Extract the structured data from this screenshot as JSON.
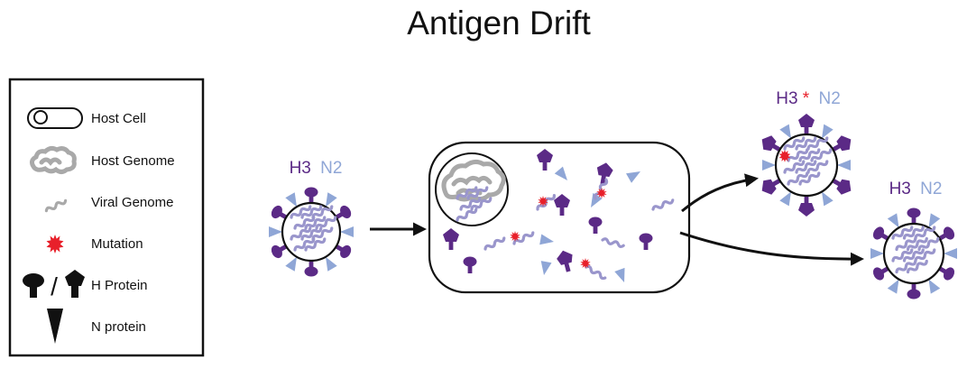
{
  "title": "Antigen Drift",
  "legend": {
    "items": [
      {
        "icon": "host-cell-icon",
        "label": "Host Cell"
      },
      {
        "icon": "host-genome-icon",
        "label": "Host Genome"
      },
      {
        "icon": "viral-genome-icon",
        "label": "Viral Genome"
      },
      {
        "icon": "mutation-icon",
        "label": "Mutation"
      },
      {
        "icon": "h-protein-icon",
        "label": "H Protein",
        "separator": "/"
      },
      {
        "icon": "n-protein-icon",
        "label": "N protein"
      }
    ]
  },
  "viruses": {
    "original": {
      "h": "H3",
      "n": "N2"
    },
    "mutant": {
      "h": "H3",
      "mark": "*",
      "n": "N2"
    },
    "unchanged": {
      "h": "H3",
      "n": "N2"
    }
  },
  "colors": {
    "h_protein": "#5b2a86",
    "n_protein": "#8fa6d6",
    "viral_genome": "#9a96cc",
    "host_genome": "#a9a9a9",
    "mutation": "#e8202a",
    "outline": "#111111"
  }
}
